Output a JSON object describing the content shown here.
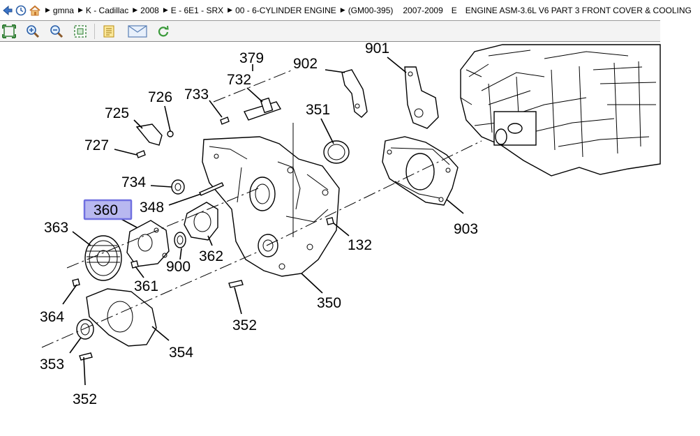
{
  "breadcrumb": {
    "items": [
      "gmna",
      "K - Cadillac",
      "2008",
      "E - 6E1 - SRX",
      "00 - 6-CYLINDER ENGINE",
      "(GM00-395)"
    ],
    "title_parts": [
      "2007-2009",
      "E",
      "ENGINE ASM-3.6L V6 PART 3 FRONT COVER & COOLING"
    ]
  },
  "icons": {
    "back": "back-arrow-icon",
    "history": "history-clock-icon",
    "home": "home-icon",
    "fit": "fit-to-window-icon",
    "zoom_in": "zoom-in-icon",
    "zoom_out": "zoom-out-icon",
    "zoom_box": "zoom-box-icon",
    "notes": "notes-icon",
    "email": "email-icon",
    "refresh": "refresh-icon"
  },
  "colors": {
    "highlight_fill": "#b8b8f0",
    "highlight_border": "#7070e0",
    "home_icon": "#c8782d",
    "refresh_icon": "#3a9a3a",
    "toolbar_icon": "#2e7d32"
  },
  "diagram": {
    "selected_callout": "360",
    "callouts": [
      "379",
      "901",
      "902",
      "732",
      "726",
      "733",
      "725",
      "351",
      "727",
      "734",
      "360",
      "348",
      "363",
      "900",
      "362",
      "132",
      "903",
      "361",
      "350",
      "364",
      "352",
      "353",
      "354",
      "352"
    ]
  }
}
